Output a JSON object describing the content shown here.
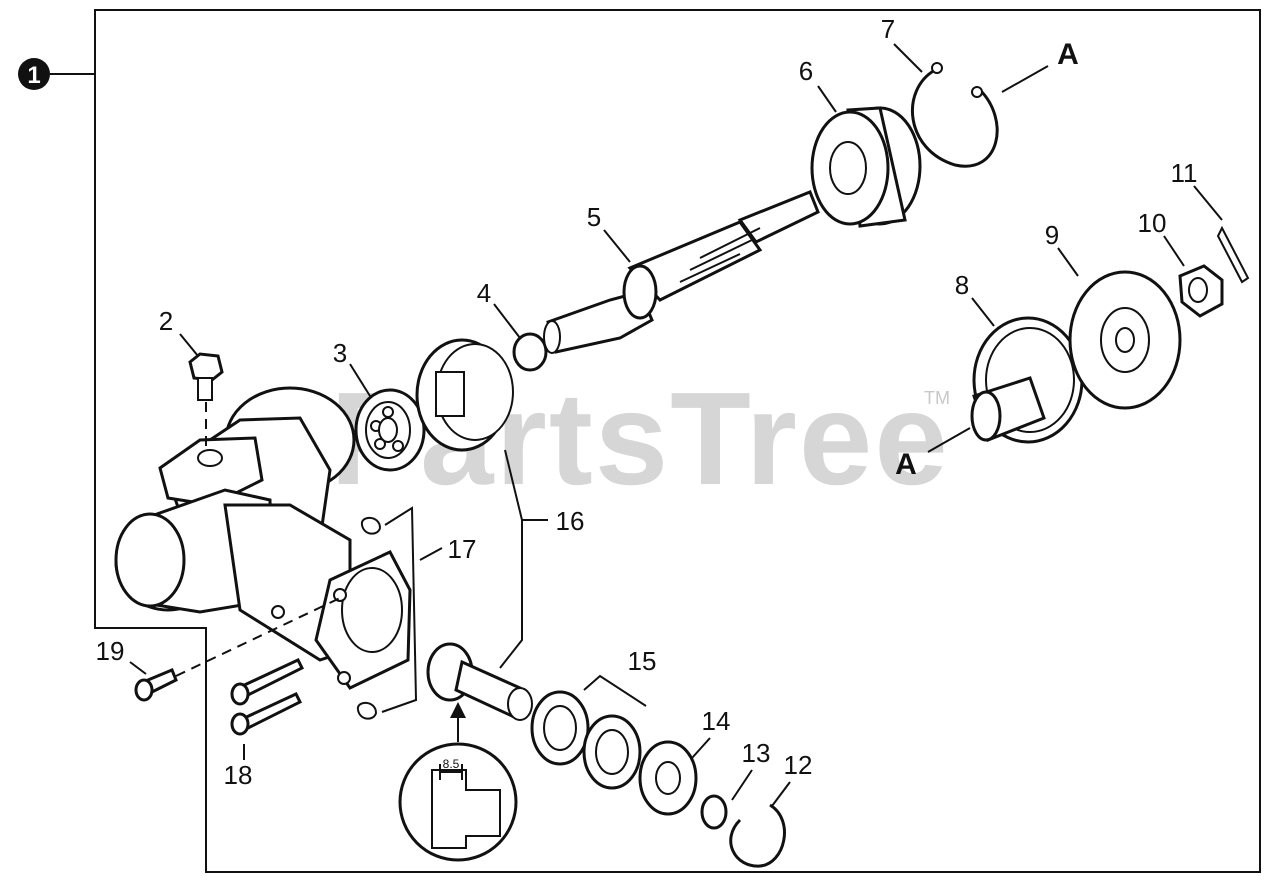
{
  "watermark": {
    "text": "PartsTree",
    "trademark": "TM"
  },
  "assembly_label": "1",
  "callouts": [
    {
      "id": "c2",
      "text": "2"
    },
    {
      "id": "c3",
      "text": "3"
    },
    {
      "id": "c4",
      "text": "4"
    },
    {
      "id": "c5",
      "text": "5"
    },
    {
      "id": "c6",
      "text": "6"
    },
    {
      "id": "c7",
      "text": "7"
    },
    {
      "id": "c8",
      "text": "8"
    },
    {
      "id": "c9",
      "text": "9"
    },
    {
      "id": "c10",
      "text": "10"
    },
    {
      "id": "c11",
      "text": "11"
    },
    {
      "id": "c12",
      "text": "12"
    },
    {
      "id": "c13",
      "text": "13"
    },
    {
      "id": "c14",
      "text": "14"
    },
    {
      "id": "c15",
      "text": "15"
    },
    {
      "id": "c16",
      "text": "16"
    },
    {
      "id": "c17",
      "text": "17"
    },
    {
      "id": "c18",
      "text": "18"
    },
    {
      "id": "c19",
      "text": "19"
    }
  ],
  "reference_marks": [
    {
      "id": "ref-top",
      "text": "A"
    },
    {
      "id": "ref-bottom",
      "text": "A"
    }
  ],
  "detail_dimension": "8.5"
}
